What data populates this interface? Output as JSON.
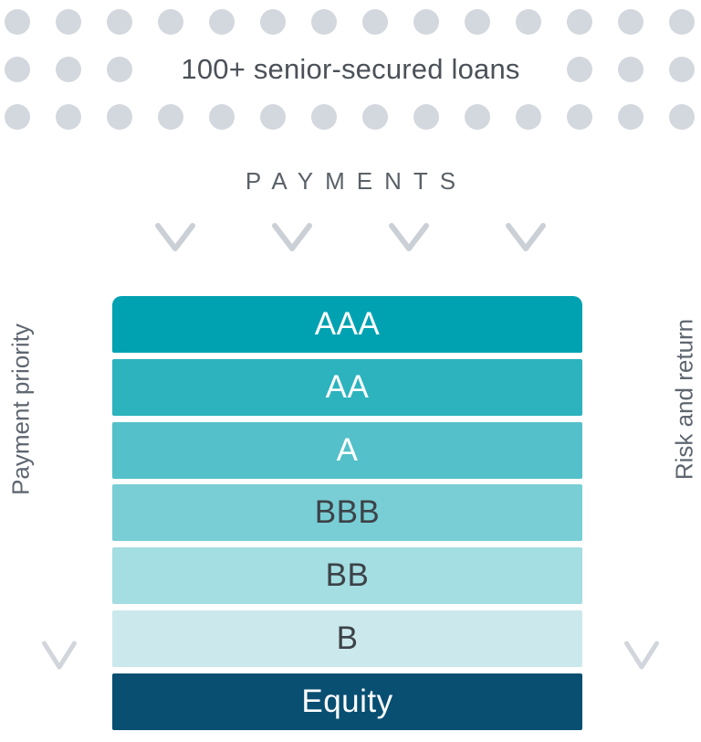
{
  "pool": {
    "label": "100+ senior-secured loans"
  },
  "payments": {
    "label": "PAYMENTS"
  },
  "side_labels": {
    "left": "Payment priority",
    "right": "Risk and return"
  },
  "tranches": [
    {
      "name": "AAA",
      "color": "#00a2b2",
      "text_color": "#ffffff"
    },
    {
      "name": "AA",
      "color": "#2cb3be",
      "text_color": "#ffffff"
    },
    {
      "name": "A",
      "color": "#54c0c9",
      "text_color": "#ffffff"
    },
    {
      "name": "BBB",
      "color": "#79ced5",
      "text_color": "#3c4247"
    },
    {
      "name": "BB",
      "color": "#a4dde2",
      "text_color": "#3c4247"
    },
    {
      "name": "B",
      "color": "#cbe9ed",
      "text_color": "#3c4247"
    },
    {
      "name": "Equity",
      "color": "#084f72",
      "text_color": "#ffffff"
    }
  ],
  "decor": {
    "dot_color": "#d3d7de",
    "arrowhead_color": "#cbd0d7",
    "side_arrowhead_color": "#d2d6dc"
  }
}
